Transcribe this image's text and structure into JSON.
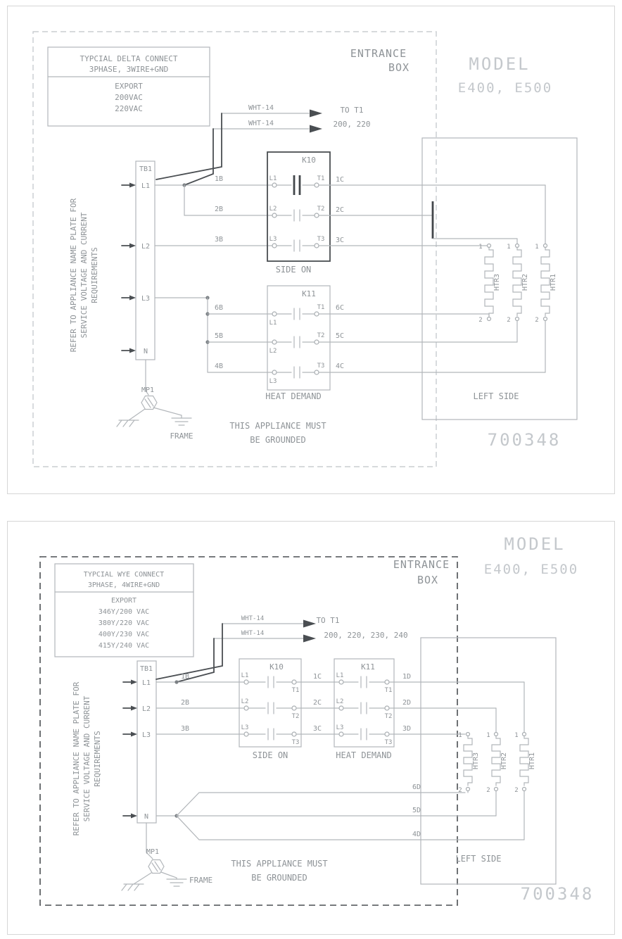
{
  "shared": {
    "model_label": "MODEL",
    "model_numbers": "E400, E500",
    "part_number": "700348",
    "entrance_line1": "ENTRANCE",
    "entrance_line2": "BOX",
    "wht_wire": "WHT-14",
    "left_side": "LEFT SIDE",
    "mp1": "MP1",
    "frame": "FRAME",
    "grounded_line1": "THIS APPLIANCE MUST",
    "grounded_line2": "BE GROUNDED",
    "side_on": "SIDE ON",
    "heat_demand": "HEAT DEMAND",
    "tb1": "TB1",
    "k10": "K10",
    "k11": "K11",
    "export_label": "EXPORT",
    "refer_line1": "REFER TO APPLIANCE NAME PLATE FOR",
    "refer_line2": "SERVICE VOLTAGE AND CURRENT",
    "refer_line3": "REQUIREMENTS",
    "terminals": [
      "L1",
      "L2",
      "L3",
      "N"
    ],
    "pole_in": [
      "L1",
      "L2",
      "L3"
    ],
    "pole_out": [
      "T1",
      "T2",
      "T3"
    ],
    "heaters": [
      "HTR3",
      "HTR2",
      "HTR1"
    ],
    "heater_terminal_top": "1",
    "heater_terminal_bottom": "2"
  },
  "delta": {
    "title_line1": "TYPCIAL DELTA CONNECT",
    "title_line2": "3PHASE, 3WIRE+GND",
    "voltages": [
      "200VAC",
      "220VAC"
    ],
    "to_t1_line1": "TO T1",
    "to_t1_line2": "200, 220",
    "k10_in": [
      "1B",
      "2B",
      "3B"
    ],
    "k10_out": [
      "1C",
      "2C",
      "3C"
    ],
    "k11_in": [
      "6B",
      "5B",
      "4B"
    ],
    "k11_out": [
      "6C",
      "5C",
      "4C"
    ]
  },
  "wye": {
    "title_line1": "TYPCIAL WYE CONNECT",
    "title_line2": "3PHASE, 4WIRE+GND",
    "voltages": [
      "346Y/200 VAC",
      "380Y/220 VAC",
      "400Y/230 VAC",
      "415Y/240 VAC"
    ],
    "to_t1_line1": "TO T1",
    "to_t1_line2": "200, 220, 230, 240",
    "k10_in": [
      "1B",
      "2B",
      "3B"
    ],
    "k10_out": [
      "1C",
      "2C",
      "3C"
    ],
    "k11_out": [
      "1D",
      "2D",
      "3D"
    ],
    "neutral_wires": [
      "6D",
      "5D",
      "4D"
    ]
  }
}
